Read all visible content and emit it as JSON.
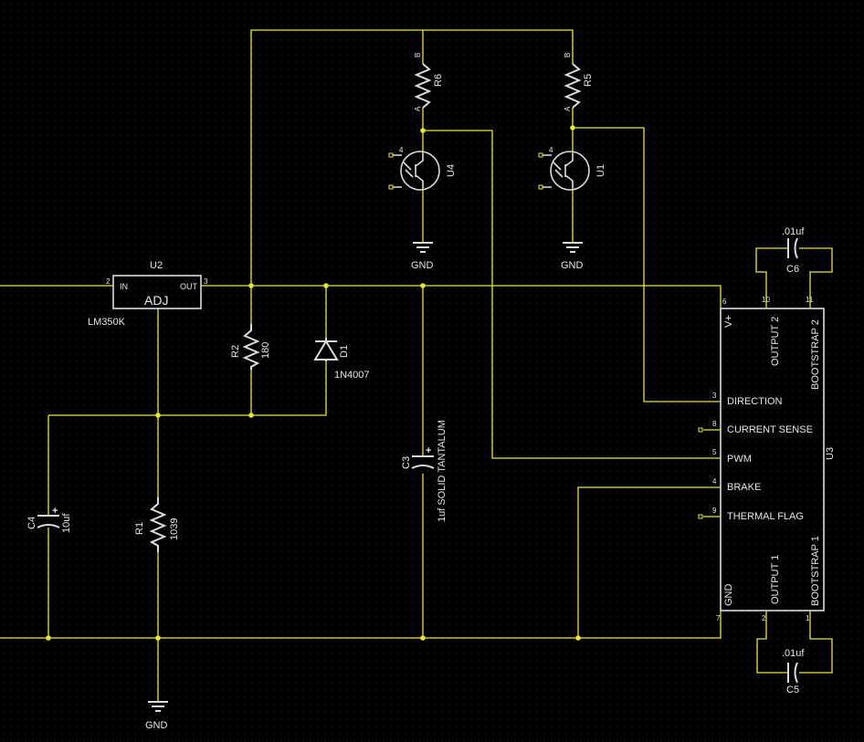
{
  "u2": {
    "ref": "U2",
    "value": "LM350K",
    "body_label": "ADJ",
    "pin_in_label": "IN",
    "pin_out_label": "OUT",
    "pin_in_num": "2",
    "pin_out_num": "3"
  },
  "r1": {
    "ref": "R1",
    "value": "1039"
  },
  "r2": {
    "ref": "R2",
    "value": "180"
  },
  "r5": {
    "ref": "R5",
    "pin_a": "A",
    "pin_b": "B"
  },
  "r6": {
    "ref": "R6",
    "pin_a": "A",
    "pin_b": "B"
  },
  "d1": {
    "ref": "D1",
    "value": "1N4007"
  },
  "c3": {
    "ref": "C3",
    "value": "1uf SOLID TANTALUM"
  },
  "c4": {
    "ref": "C4",
    "value": "10uf"
  },
  "c5": {
    "ref": "C5",
    "value": ".01uf"
  },
  "c6": {
    "ref": "C6",
    "value": ".01uf"
  },
  "u1": {
    "ref": "U1",
    "pin": "4"
  },
  "u4": {
    "ref": "U4",
    "pin": "4"
  },
  "gnd": {
    "label": "GND"
  },
  "u3": {
    "ref": "U3",
    "pins_left": [
      {
        "num": "3",
        "name": "DIRECTION"
      },
      {
        "num": "8",
        "name": "CURRENT SENSE"
      },
      {
        "num": "5",
        "name": "PWM"
      },
      {
        "num": "4",
        "name": "BRAKE"
      },
      {
        "num": "9",
        "name": "THERMAL FLAG"
      }
    ],
    "vplus": {
      "num": "6",
      "name": "V+"
    },
    "gnd": {
      "num": "7",
      "name": "GND"
    },
    "output2": {
      "num": "10",
      "name": "OUTPUT 2"
    },
    "bootstrap2": {
      "num": "11",
      "name": "BOOTSTRAP 2"
    },
    "output1": {
      "num": "2",
      "name": "OUTPUT 1"
    },
    "bootstrap1": {
      "num": "1",
      "name": "BOOTSTRAP 1"
    }
  },
  "colors": {
    "wire": "#e6e632",
    "component": "#dcdcdc",
    "text": "#e6e6e6",
    "background": "#000000",
    "grid": "#3a3a3a"
  }
}
